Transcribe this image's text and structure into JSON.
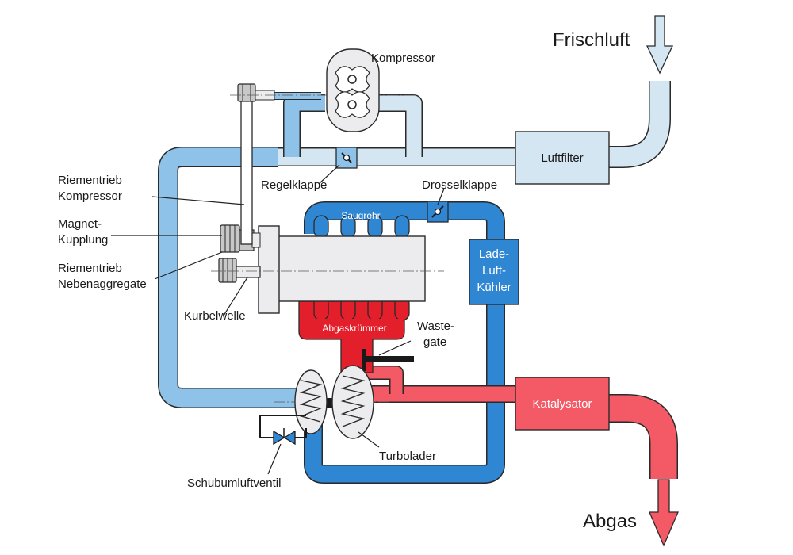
{
  "labels": {
    "frischluft": "Frischluft",
    "abgas": "Abgas",
    "kompressor": "Kompressor",
    "luftfilter": "Luftfilter",
    "regelklappe": "Regelklappe",
    "drosselklappe": "Drosselklappe",
    "saugrohr": "Saugrohr",
    "ladeluftkuehler": [
      "Lade-",
      "Luft-",
      "Kühler"
    ],
    "riementrieb_kompressor": [
      "Riementrieb",
      "Kompressor"
    ],
    "magnet_kupplung": [
      "Magnet-",
      "Kupplung"
    ],
    "riementrieb_nebenaggregate": [
      "Riementrieb",
      "Nebenaggregate"
    ],
    "kurbelwelle": "Kurbelwelle",
    "abgaskruemmer": "Abgaskrümmer",
    "wastegate": [
      "Waste-",
      "gate"
    ],
    "katalysator": "Katalysator",
    "turbolader": "Turbolader",
    "schubumluftventil": "Schubumluftventil"
  },
  "colors": {
    "fresh_air": "#d3e6f1",
    "intake_air": "#8ec2e8",
    "charge_air": "#2f86d3",
    "exhaust": "#f35a66",
    "exhaust_manifold": "#e21f2b",
    "engine": "#ececee",
    "outline": "#2a2a2a"
  }
}
